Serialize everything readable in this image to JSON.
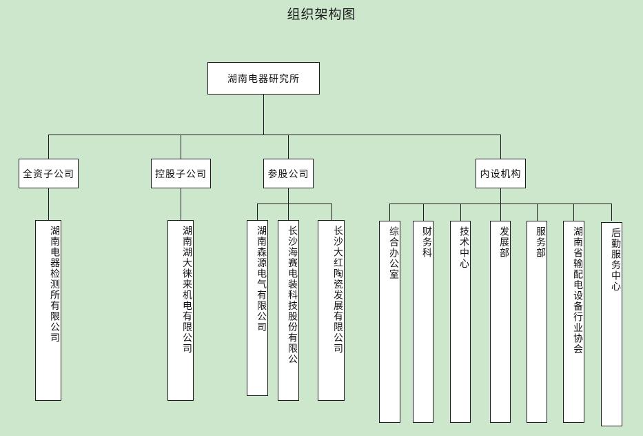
{
  "page": {
    "title": "组织架构图",
    "background_color": "#cde7cd",
    "box_fill_color": "#ffffff",
    "line_color": "#1b1b1b",
    "text_color": "#111111"
  },
  "chart_data": {
    "type": "diagram",
    "diagram_kind": "organization-chart",
    "title": "组织架构图",
    "root": "湖南电器研究所",
    "nodes": [
      {
        "id": "root",
        "label": "湖南电器研究所",
        "level": 0,
        "orientation": "horizontal"
      },
      {
        "id": "wholly-owned",
        "label": "全资子公司",
        "level": 1,
        "parent": "root",
        "orientation": "horizontal"
      },
      {
        "id": "holding",
        "label": "控股子公司",
        "level": 1,
        "parent": "root",
        "orientation": "horizontal"
      },
      {
        "id": "equity",
        "label": "参股公司",
        "level": 1,
        "parent": "root",
        "orientation": "horizontal"
      },
      {
        "id": "internal",
        "label": "内设机构",
        "level": 1,
        "parent": "root",
        "orientation": "horizontal"
      },
      {
        "id": "leaf-1",
        "label": "湖南电器检测所有限公司",
        "level": 2,
        "parent": "wholly-owned",
        "orientation": "vertical"
      },
      {
        "id": "leaf-2",
        "label": "湖南湖大徕来机电有限公司",
        "level": 2,
        "parent": "holding",
        "orientation": "vertical"
      },
      {
        "id": "leaf-3",
        "label": "湖南森源电气有限公司",
        "level": 2,
        "parent": "equity",
        "orientation": "vertical"
      },
      {
        "id": "leaf-4",
        "label": "长沙海赛电装科技股份有限公",
        "level": 2,
        "parent": "equity",
        "orientation": "vertical"
      },
      {
        "id": "leaf-5",
        "label": "长沙大红陶瓷发展有限公司",
        "level": 2,
        "parent": "equity",
        "orientation": "vertical"
      },
      {
        "id": "leaf-6",
        "label": "综合办公室",
        "level": 2,
        "parent": "internal",
        "orientation": "vertical"
      },
      {
        "id": "leaf-7",
        "label": "财务科",
        "level": 2,
        "parent": "internal",
        "orientation": "vertical"
      },
      {
        "id": "leaf-8",
        "label": "技术中心",
        "level": 2,
        "parent": "internal",
        "orientation": "vertical"
      },
      {
        "id": "leaf-9",
        "label": "发展部",
        "level": 2,
        "parent": "internal",
        "orientation": "vertical"
      },
      {
        "id": "leaf-10",
        "label": "服务部",
        "level": 2,
        "parent": "internal",
        "orientation": "vertical"
      },
      {
        "id": "leaf-11",
        "label": "湖南省输配电设备行业协会",
        "level": 2,
        "parent": "internal",
        "orientation": "vertical"
      },
      {
        "id": "leaf-12",
        "label": "后勤服务中心",
        "level": 2,
        "parent": "internal",
        "orientation": "vertical"
      }
    ],
    "edges": [
      {
        "from": "root",
        "to": "wholly-owned"
      },
      {
        "from": "root",
        "to": "holding"
      },
      {
        "from": "root",
        "to": "equity"
      },
      {
        "from": "root",
        "to": "internal"
      },
      {
        "from": "wholly-owned",
        "to": "leaf-1"
      },
      {
        "from": "holding",
        "to": "leaf-2"
      },
      {
        "from": "equity",
        "to": "leaf-3"
      },
      {
        "from": "equity",
        "to": "leaf-4"
      },
      {
        "from": "equity",
        "to": "leaf-5"
      },
      {
        "from": "internal",
        "to": "leaf-6"
      },
      {
        "from": "internal",
        "to": "leaf-7"
      },
      {
        "from": "internal",
        "to": "leaf-8"
      },
      {
        "from": "internal",
        "to": "leaf-9"
      },
      {
        "from": "internal",
        "to": "leaf-10"
      },
      {
        "from": "internal",
        "to": "leaf-11"
      },
      {
        "from": "internal",
        "to": "leaf-12"
      }
    ]
  }
}
